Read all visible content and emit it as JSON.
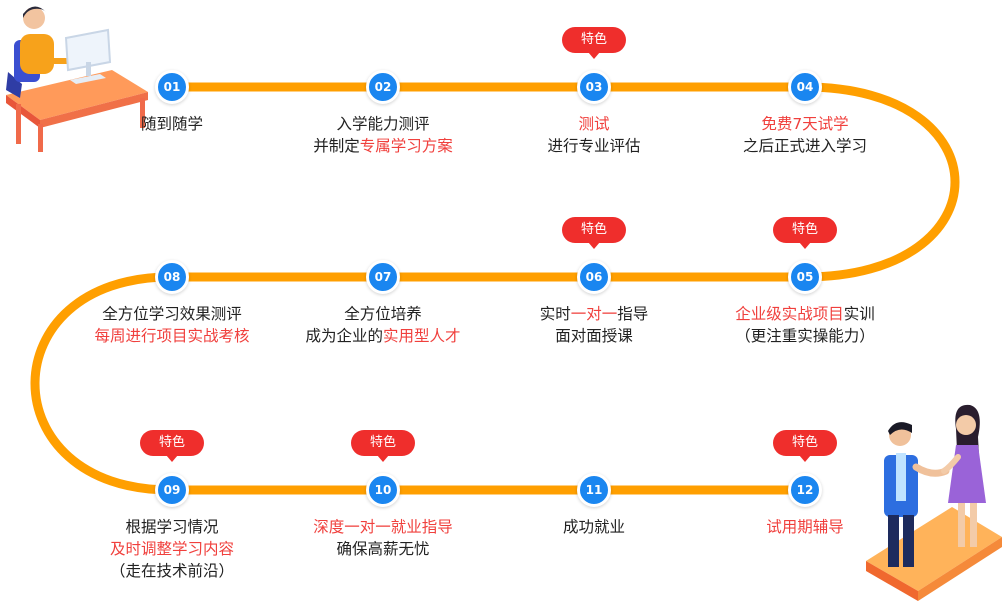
{
  "badge_label": "特色",
  "colors": {
    "track": "#ff9f00",
    "node": "#1a86f0",
    "highlight": "#f0403d",
    "badge": "#ef2e2c"
  },
  "icons": {
    "start": "person-at-computer-desk-icon",
    "end": "handshake-people-icon"
  },
  "steps": [
    {
      "num": "01",
      "badge": false,
      "lines": [
        [
          {
            "t": "随到随学",
            "hl": false
          }
        ]
      ]
    },
    {
      "num": "02",
      "badge": false,
      "lines": [
        [
          {
            "t": "入学能力测评",
            "hl": false
          }
        ],
        [
          {
            "t": "并制定",
            "hl": false
          },
          {
            "t": "专属学习方案",
            "hl": true
          }
        ]
      ]
    },
    {
      "num": "03",
      "badge": true,
      "lines": [
        [
          {
            "t": "测试",
            "hl": true
          }
        ],
        [
          {
            "t": "进行专业评估",
            "hl": false
          }
        ]
      ]
    },
    {
      "num": "04",
      "badge": false,
      "lines": [
        [
          {
            "t": "免费7天试学",
            "hl": true
          }
        ],
        [
          {
            "t": "之后正式进入学习",
            "hl": false
          }
        ]
      ]
    },
    {
      "num": "05",
      "badge": true,
      "lines": [
        [
          {
            "t": "企业级实战项目",
            "hl": true
          },
          {
            "t": "实训",
            "hl": false
          }
        ],
        [
          {
            "t": "（更注重实操能力）",
            "hl": false
          }
        ]
      ]
    },
    {
      "num": "06",
      "badge": true,
      "lines": [
        [
          {
            "t": "实时",
            "hl": false
          },
          {
            "t": "一对一",
            "hl": true
          },
          {
            "t": "指导",
            "hl": false
          }
        ],
        [
          {
            "t": "面对面授课",
            "hl": false
          }
        ]
      ]
    },
    {
      "num": "07",
      "badge": false,
      "lines": [
        [
          {
            "t": "全方位培养",
            "hl": false
          }
        ],
        [
          {
            "t": "成为企业的",
            "hl": false
          },
          {
            "t": "实用型人才",
            "hl": true
          }
        ]
      ]
    },
    {
      "num": "08",
      "badge": false,
      "lines": [
        [
          {
            "t": "全方位学习效果测评",
            "hl": false
          }
        ],
        [
          {
            "t": "每周进行项目实战考核",
            "hl": true
          }
        ]
      ]
    },
    {
      "num": "09",
      "badge": true,
      "lines": [
        [
          {
            "t": "根据学习情况",
            "hl": false
          }
        ],
        [
          {
            "t": "及时调整学习内容",
            "hl": true
          }
        ],
        [
          {
            "t": "（走在技术前沿）",
            "hl": false
          }
        ]
      ]
    },
    {
      "num": "10",
      "badge": true,
      "lines": [
        [
          {
            "t": "深度一对一就业指导",
            "hl": true
          }
        ],
        [
          {
            "t": "确保高薪无忧",
            "hl": false
          }
        ]
      ]
    },
    {
      "num": "11",
      "badge": false,
      "lines": [
        [
          {
            "t": "成功就业",
            "hl": false
          }
        ]
      ]
    },
    {
      "num": "12",
      "badge": true,
      "lines": [
        [
          {
            "t": "试用期辅导",
            "hl": true
          }
        ]
      ]
    }
  ]
}
